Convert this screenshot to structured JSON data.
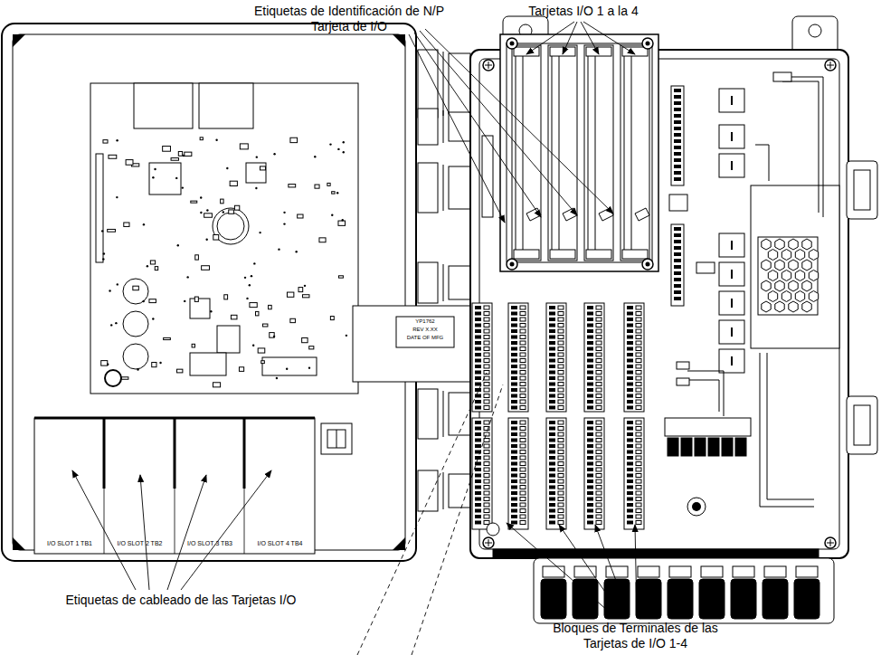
{
  "diagram": {
    "labels": [
      "Etiquetas de Identificación de N/P Tarjeta de I/O",
      "Tarjetas I/O 1 a la 4",
      "YP1762",
      "REV X.XX",
      "DATE OF MFG",
      "I/O SLOT 1  TB1",
      "I/O SLOT 2  TB2",
      "I/O SLOT 3  TB3",
      "I/O SLOT 4  TB4",
      "Etiquetas de cableado de las Tarjetas I/O",
      "Bloques de Terminales de las Tarjetas de I/O 1-4"
    ]
  }
}
